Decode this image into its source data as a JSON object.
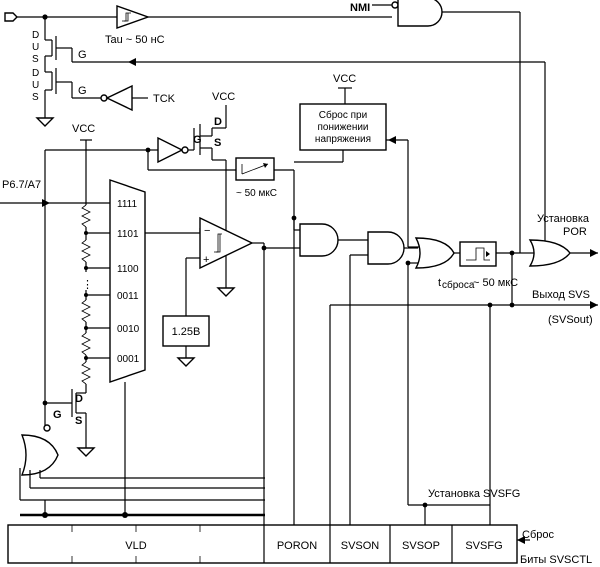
{
  "labels": {
    "nmi": "NMI",
    "tau": "Tau ~ 50 нС",
    "tck": "TCK",
    "g_upper": "G",
    "g_lower": "G",
    "d1": "D",
    "u1": "U",
    "s1": "S",
    "d2": "D",
    "u2": "U",
    "s2": "S",
    "vcc_left": "VCC",
    "vcc_mid": "VCC",
    "vcc_right": "VCC",
    "p67": "P6.7/A7",
    "fet1_d": "D",
    "fet1_g": "G",
    "fet1_s": "S",
    "fet2_d": "D",
    "fet2_g": "G",
    "fet2_s": "S",
    "delay": "~ 50 мкС",
    "brownout_1": "Сброс при",
    "brownout_2": "понижении",
    "brownout_3": "напряжения",
    "mux_1111": "1111",
    "mux_1101": "1101",
    "mux_1100": "1100",
    "mux_dots": "⋮",
    "mux_0011": "0011",
    "mux_0010": "0010",
    "mux_0001": "0001",
    "comp_minus": "−",
    "comp_plus": "+",
    "ref": "1.25В",
    "tsbrosa_t": "t",
    "tsbrosa_sub": "сброса",
    "tsbrosa_rest": "~ 50 мкС",
    "por_1": "Установка",
    "por_2": "POR",
    "svs_out_1": "Выход SVS",
    "svs_out_2": "(SVSout)",
    "svsfg_set": "Установка SVSFG",
    "reset": "Сброс",
    "reg_caption": "Биты SVSCTL"
  },
  "register": {
    "fields": [
      "VLD",
      "PORON",
      "SVSON",
      "SVSOP",
      "SVSFG"
    ]
  }
}
